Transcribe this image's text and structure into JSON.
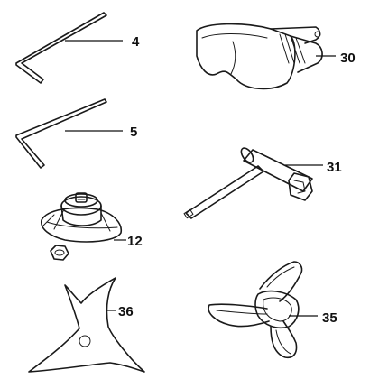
{
  "parts": [
    {
      "id": "hex-key-large",
      "callout": "4"
    },
    {
      "id": "safety-glasses",
      "callout": "30"
    },
    {
      "id": "hex-key-small",
      "callout": "5"
    },
    {
      "id": "spark-plug-wrench",
      "callout": "31"
    },
    {
      "id": "trimmer-head",
      "callout": "12"
    },
    {
      "id": "brush-blade-3-tooth",
      "callout": "36"
    },
    {
      "id": "carry-harness",
      "callout": "35"
    }
  ]
}
